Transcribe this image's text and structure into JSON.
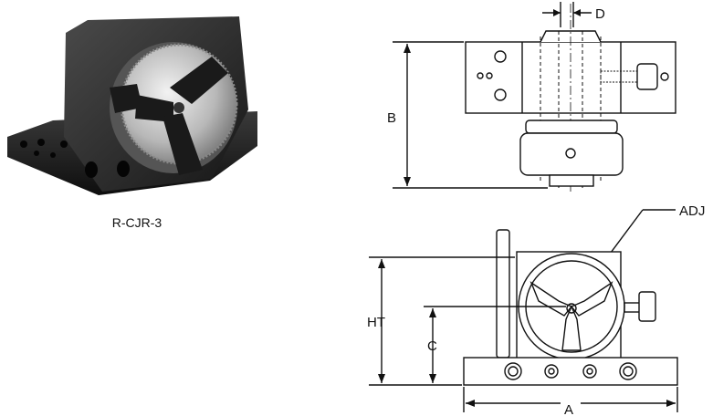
{
  "product": {
    "caption": "R-CJR-3"
  },
  "dimensions": {
    "d": "D",
    "b": "B",
    "adj": "ADJ",
    "ht": "HT",
    "c": "C",
    "a": "A"
  }
}
